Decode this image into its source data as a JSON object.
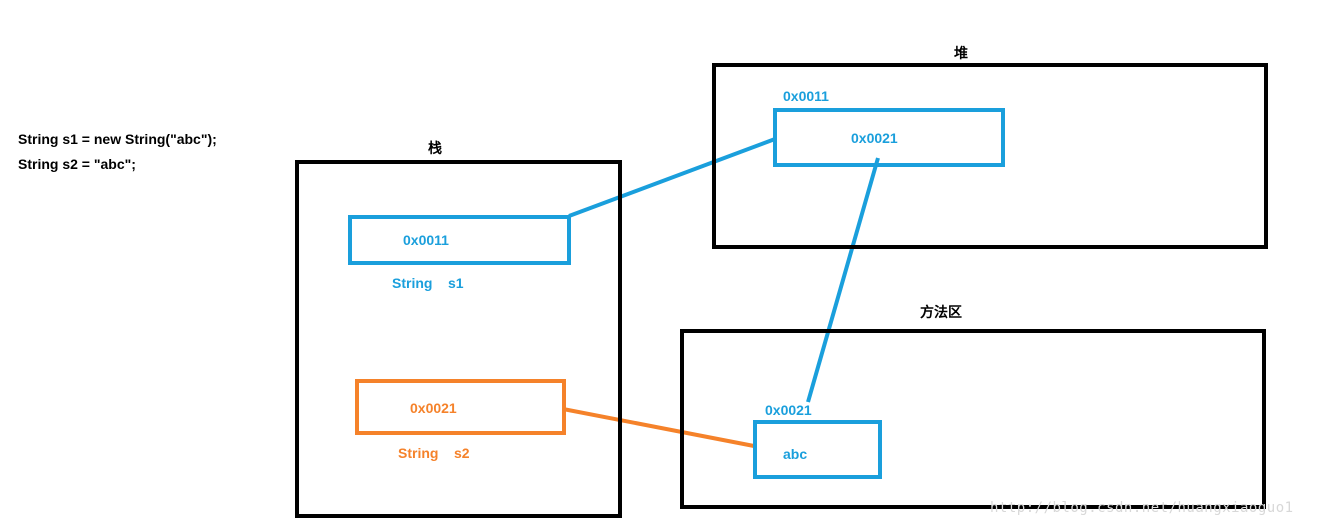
{
  "code": {
    "line1": "String s1 = new String(\"abc\");",
    "line2": "String s2 = \"abc\";"
  },
  "stack": {
    "title": "栈",
    "s1_box_value": "0x0011",
    "s1_label": "String    s1",
    "s2_box_value": "0x0021",
    "s2_label": "String    s2"
  },
  "heap": {
    "title": "堆",
    "object_address": "0x0011",
    "object_value": "0x0021"
  },
  "method_area": {
    "title": "方法区",
    "string_address": "0x0021",
    "string_value": "abc"
  },
  "watermark": "http://blog.csdn.net/huangxiaoguo1",
  "colors": {
    "blue": "#1a9fdc",
    "orange": "#f5822a",
    "black": "#000000"
  }
}
